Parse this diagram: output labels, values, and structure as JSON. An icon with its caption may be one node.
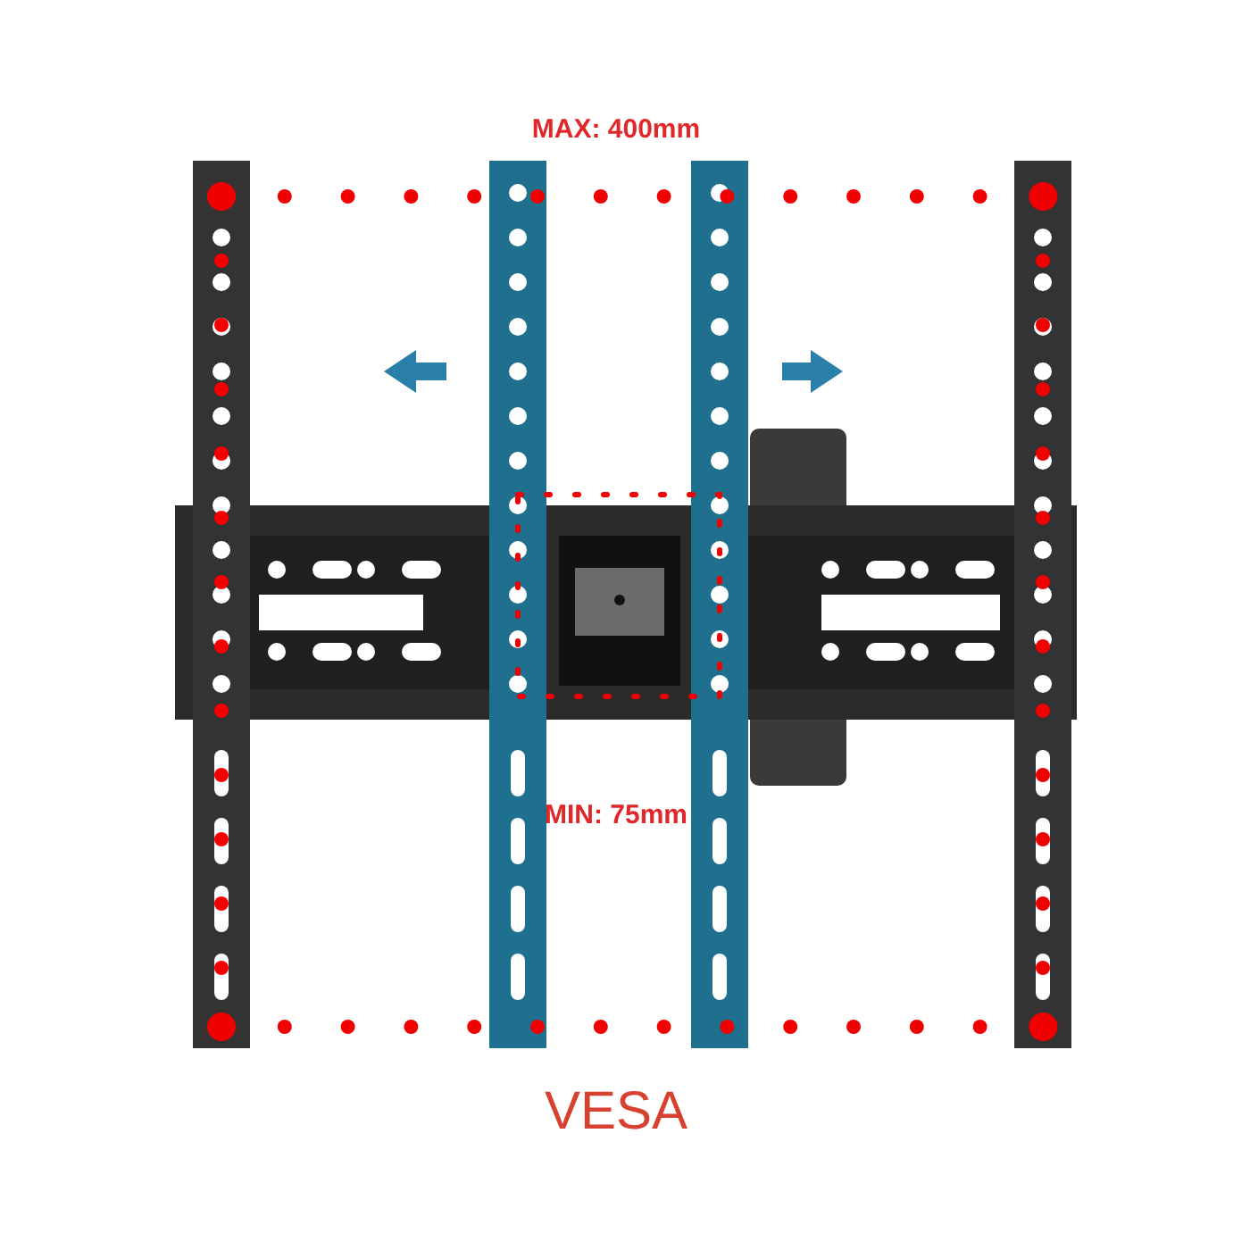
{
  "diagram": {
    "labels": [
      "MAX: 400mm",
      "MIN: 75mm",
      "VESA"
    ]
  }
}
